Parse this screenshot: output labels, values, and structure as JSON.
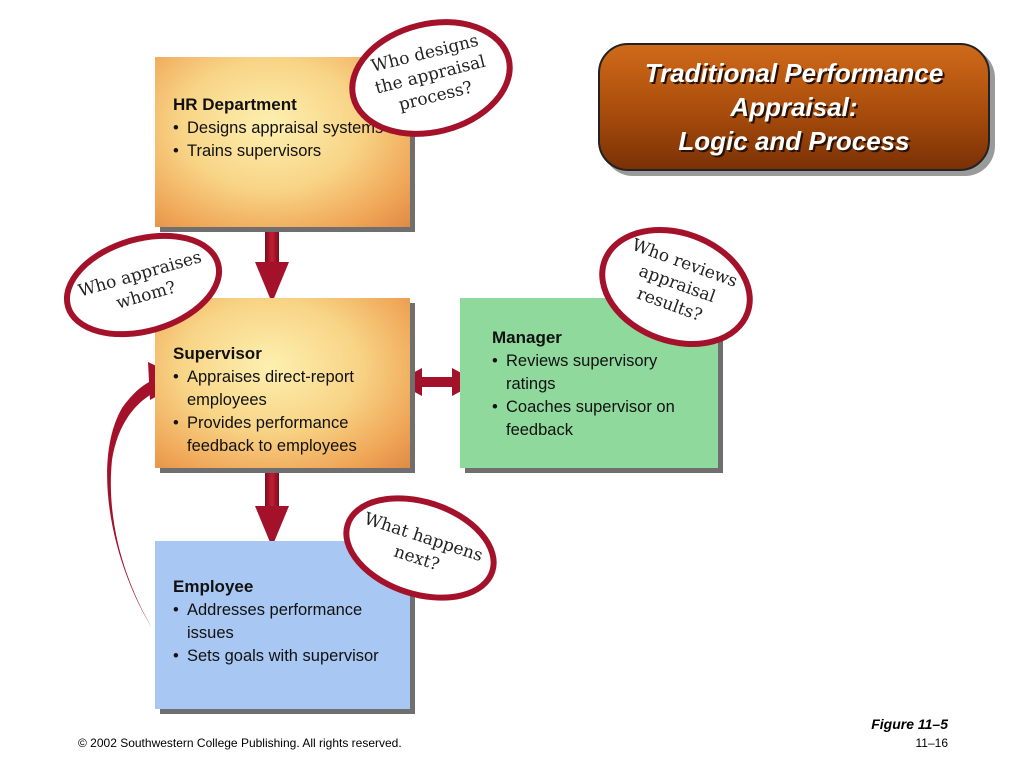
{
  "title": {
    "lines": [
      "Traditional Performance",
      "Appraisal:",
      "Logic and Process"
    ]
  },
  "boxes": {
    "hr": {
      "title": "HR Department",
      "bullets": [
        "Designs appraisal systems",
        "Trains supervisors"
      ],
      "color": "#f0a758"
    },
    "supervisor": {
      "title": "Supervisor",
      "bullets": [
        "Appraises direct-report employees",
        "Provides performance feedback to employees"
      ],
      "color": "#f0a758"
    },
    "manager": {
      "title": "Manager",
      "bullets": [
        "Reviews supervisory ratings",
        "Coaches supervisor on feedback"
      ],
      "color": "#8fd99c"
    },
    "employee": {
      "title": "Employee",
      "bullets": [
        "Addresses performance issues",
        "Sets goals with supervisor"
      ],
      "color": "#a8c7f3"
    }
  },
  "bubbles": {
    "designs": [
      "Who designs",
      "the appraisal",
      "process?"
    ],
    "appraises": [
      "Who appraises",
      "whom?"
    ],
    "reviews": [
      "Who reviews",
      "appraisal",
      "results?"
    ],
    "next": [
      "What happens",
      "next?"
    ]
  },
  "arrow_color": "#a3122a",
  "bullet_symbol": "•",
  "footer": {
    "figure": "Figure 11–5",
    "page": "11–16",
    "copyright": "© 2002 Southwestern College Publishing. All rights reserved."
  }
}
